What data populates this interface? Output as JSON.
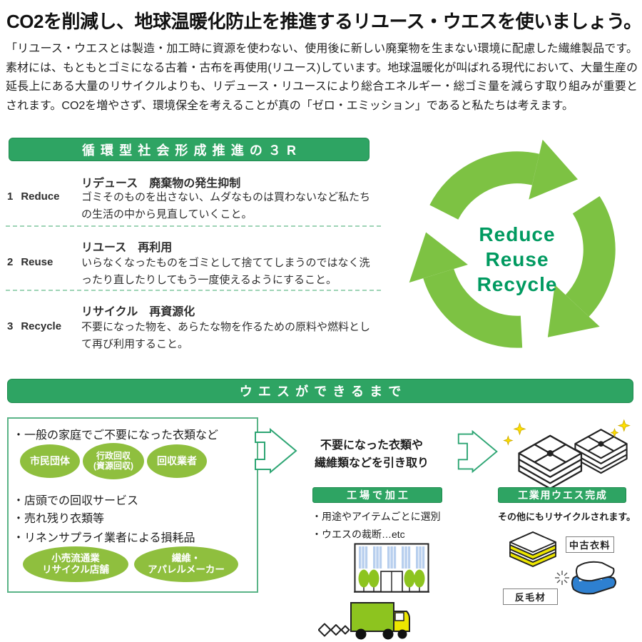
{
  "colors": {
    "green_bar": "#2ea463",
    "bar_border": "#1f8a4e",
    "lime": "#8fbf3e",
    "logo_green": "#7dc243",
    "logo_text": "#009a60",
    "outline_teal": "#2da573",
    "box_border": "#5ab487",
    "dashed": "#9ed4b6",
    "window_blue": "#b8cfee",
    "truck_green": "#8dc41f",
    "truck_yellow": "#ede600",
    "cloth_blue": "#2e80d0",
    "sparkle_yellow": "#ffe000"
  },
  "header": {
    "title": "CO2を削減し、地球温暖化防止を推進するリユース・ウエスを使いましょう。",
    "intro": "「リユース・ウエスとは製造・加工時に資源を使わない、使用後に新しい廃棄物を生まない環境に配慮した繊維製品です。素材には、もともとゴミになる古着・古布を再使用(リユース)しています。地球温暖化が叫ばれる現代において、大量生産の延長上にある大量のリサイクルよりも、リデュース・リユースにより総合エネルギー・総ゴミ量を減らす取り組みが重要とされます。CO2を増やさず、環境保全を考えることが真の「ゼロ・エミッション」であると私たちは考えます。"
  },
  "three_r": {
    "header": "循環型社会形成推進の３R",
    "items": [
      {
        "num": "1",
        "en": "Reduce",
        "title": "リデュース　廃棄物の発生抑制",
        "desc": "ゴミそのものを出さない、ムダなものは買わないなど私たちの生活の中から見直していくこと。"
      },
      {
        "num": "2",
        "en": "Reuse",
        "title": "リユース　再利用",
        "desc": "いらなくなったものをゴミとして捨ててしまうのではなく洗ったり直したりしてもう一度使えるようにすること。"
      },
      {
        "num": "3",
        "en": "Recycle",
        "title": "リサイクル　再資源化",
        "desc": "不要になった物を、あらたな物を作るための原料や燃料として再び利用すること。"
      }
    ],
    "logo_lines": [
      "Reduce",
      "Reuse",
      "Recycle"
    ]
  },
  "process": {
    "header": "ウエスができるまで",
    "left_box": {
      "bullet1": "・一般の家庭でご不要になった衣類など",
      "bullet2": "・店頭での回収サービス",
      "bullet3": "・売れ残り衣類等",
      "bullet4": "・リネンサプライ業者による損耗品",
      "ellipses_row1": [
        {
          "line1": "市民団体"
        },
        {
          "line1": "行政回収",
          "line2": "(資源回収)"
        },
        {
          "line1": "回収業者"
        }
      ],
      "ellipses_row2": [
        {
          "line1": "小売流通業",
          "line2": "リサイクル店舗"
        },
        {
          "line1": "繊維・",
          "line2": "アパレルメーカー"
        }
      ]
    },
    "middle": {
      "intake_line1": "不要になった衣類や",
      "intake_line2": "繊維類などを引き取り",
      "factory_header": "工場で加工",
      "bullets": [
        "・用途やアイテムごとに選別",
        "・ウエスの裁断…etc"
      ]
    },
    "right": {
      "done_header": "工業用ウエス完成",
      "note": "その他にもリサイクルされます。",
      "label_used_clothing": "中古衣料",
      "label_rewool": "反毛材"
    }
  }
}
